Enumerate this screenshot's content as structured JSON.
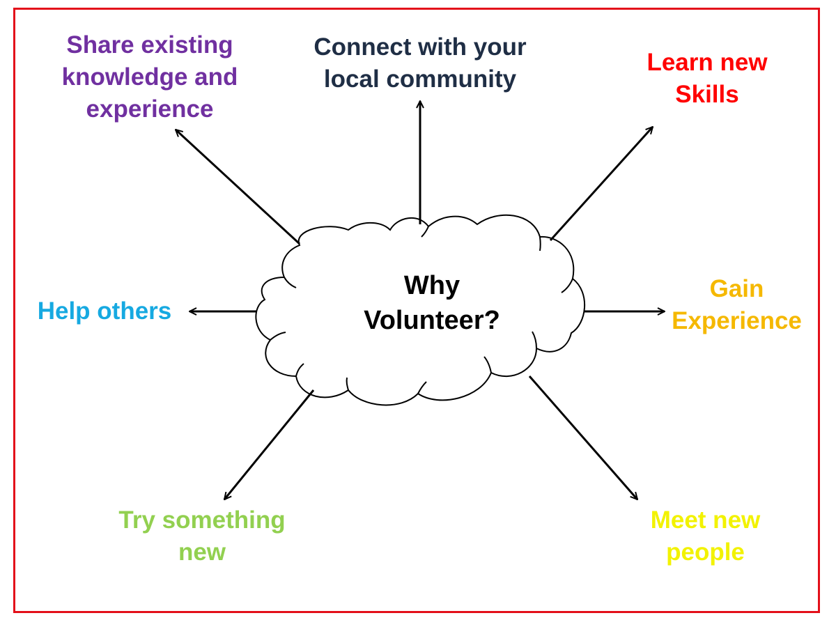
{
  "center": {
    "text": "Why\nVolunteer?",
    "color": "#000000"
  },
  "frame_color": "#e3101a",
  "reasons": [
    {
      "id": "share",
      "text": "Share existing\nknowledge and\nexperience",
      "color": "#7030a0"
    },
    {
      "id": "connect",
      "text": "Connect with your\nlocal community",
      "color": "#1f2e45"
    },
    {
      "id": "learn",
      "text": "Learn new\nSkills",
      "color": "#ff0000"
    },
    {
      "id": "help",
      "text": "Help others",
      "color": "#16a9e1"
    },
    {
      "id": "gain",
      "text": "Gain\nExperience",
      "color": "#f5b800"
    },
    {
      "id": "try",
      "text": "Try something\nnew",
      "color": "#92d050"
    },
    {
      "id": "meet",
      "text": "Meet new\npeople",
      "color": "#f2f200"
    }
  ]
}
